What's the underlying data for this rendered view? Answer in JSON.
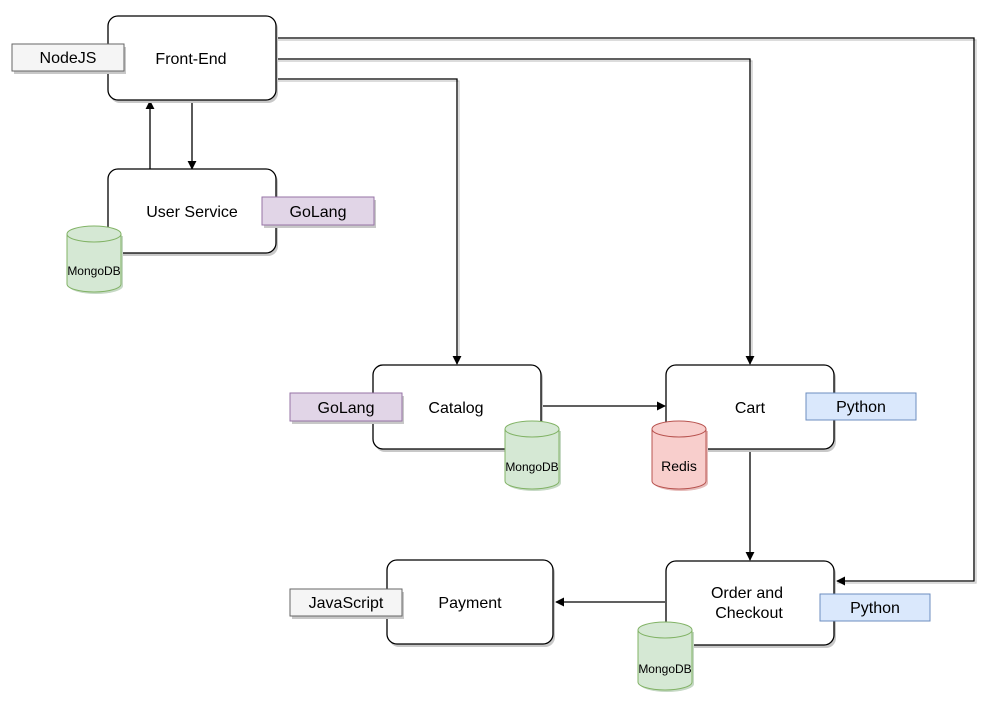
{
  "services": {
    "frontend": "Front-End",
    "user_service": "User Service",
    "catalog": "Catalog",
    "cart": "Cart",
    "order_line1": "Order and",
    "order_line2": "Checkout",
    "payment": "Payment"
  },
  "tags": {
    "frontend": "NodeJS",
    "user_service": "GoLang",
    "catalog": "GoLang",
    "cart": "Python",
    "order": "Python",
    "payment": "JavaScript"
  },
  "databases": {
    "user_service": "MongoDB",
    "catalog": "MongoDB",
    "cart": "Redis",
    "order": "MongoDB"
  },
  "colors": {
    "golang_fill": "#e1d5e7",
    "golang_stroke": "#9673a6",
    "python_fill": "#dae8fc",
    "python_stroke": "#6c8ebf",
    "neutral_fill": "#f5f5f5",
    "neutral_stroke": "#666666",
    "mongodb_fill": "#d5e8d4",
    "mongodb_stroke": "#82b366",
    "redis_fill": "#f8cecc",
    "redis_stroke": "#b85450"
  }
}
